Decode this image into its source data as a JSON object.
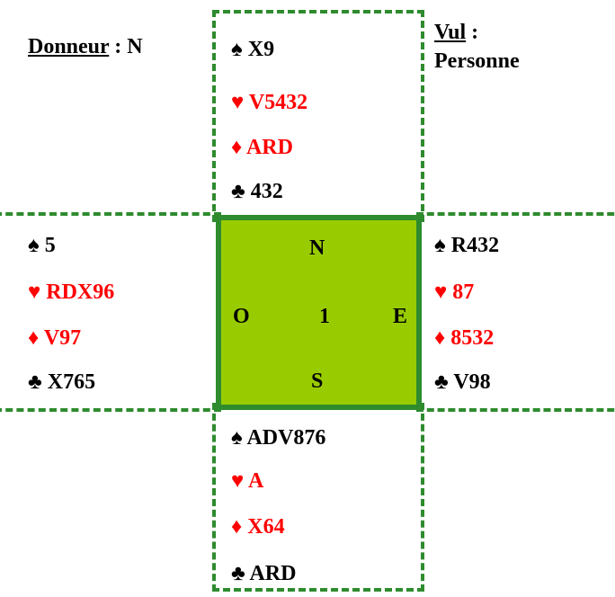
{
  "header": {
    "dealer_label": "Donneur",
    "dealer_sep": " : ",
    "dealer_value": "N",
    "vul_label": "Vul",
    "vul_sep": " :",
    "vul_value": "Personne"
  },
  "suits": {
    "spade": "♠",
    "heart": "♥",
    "diamond": "♦",
    "club": "♣"
  },
  "hands": {
    "north": {
      "spades": "X9",
      "hearts": "V5432",
      "diamonds": "ARD",
      "clubs": "432"
    },
    "west": {
      "spades": "5",
      "hearts": "RDX96",
      "diamonds": "V97",
      "clubs": "X765"
    },
    "east": {
      "spades": "R432",
      "hearts": "87",
      "diamonds": "8532",
      "clubs": "V98"
    },
    "south": {
      "spades": "ADV876",
      "hearts": "A",
      "diamonds": "X64",
      "clubs": "ARD"
    }
  },
  "compass": {
    "north": "N",
    "west": "O",
    "east": "E",
    "south": "S",
    "board_number": "1"
  },
  "colors": {
    "red_suits": "#ff0000",
    "black_suits": "#000000",
    "border_green": "#2e8b2e",
    "center_fill": "#99cc00"
  }
}
